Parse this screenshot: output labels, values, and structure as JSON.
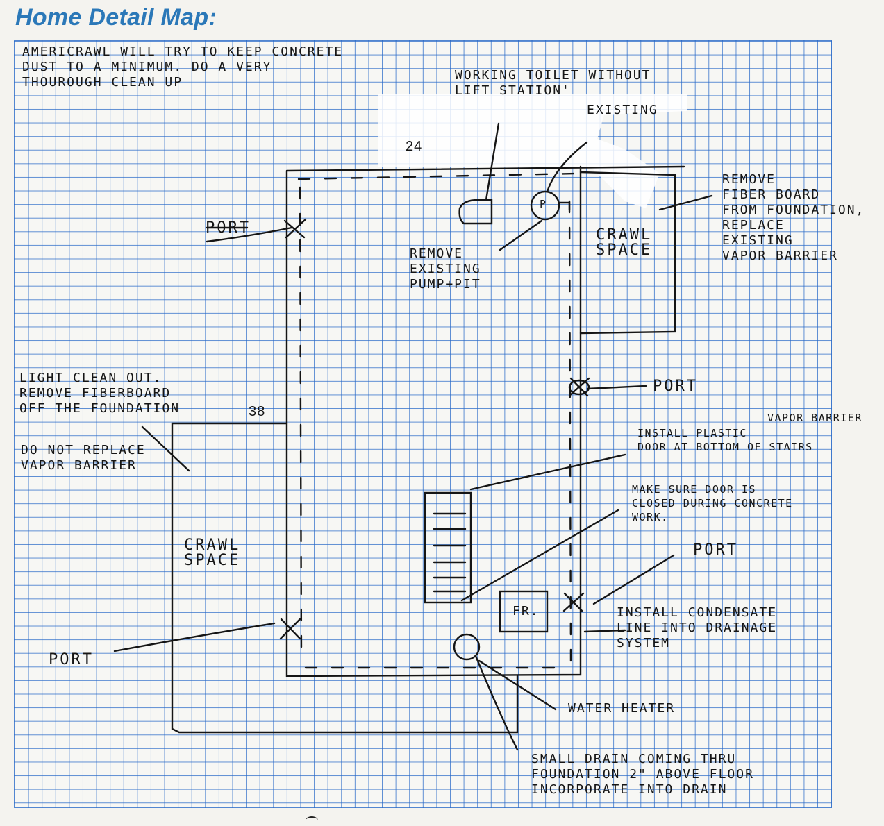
{
  "header": {
    "title": "Home Detail Map:"
  },
  "theme": {
    "title_color": "#2b78b8",
    "grid_color": "#2869c8",
    "ink_color": "#151515"
  },
  "notes": {
    "americrawl": "AMERICRAWL WILL TRY TO KEEP CONCRETE\nDUST TO A MINIMUM. DO A VERY\nTHOUROUGH CLEAN UP",
    "toilet": "WORKING TOILET WITHOUT\nLIFT STATION'",
    "existing": "EXISTING",
    "remove_pump": "REMOVE\nEXISTING\nPUMP+PIT",
    "remove_fiber": "REMOVE\nFIBER BOARD\nFROM FOUNDATION,\nREPLACE\nEXISTING\nVAPOR BARRIER",
    "light_clean": "LIGHT CLEAN OUT.\nREMOVE FIBERBOARD\nOFF THE FOUNDATION",
    "do_not_replace": "DO NOT REPLACE\nVAPOR BARRIER",
    "vapor_barrier_small": "VAPOR BARRIER",
    "install_plastic": "INSTALL PLASTIC\nDOOR AT BOTTOM OF STAIRS",
    "make_sure": "MAKE SURE DOOR IS\nCLOSED DURING CONCRETE\nWORK.",
    "condensate": "INSTALL CONDENSATE\nLINE INTO DRAINAGE\nSYSTEM",
    "water_heater": "WATER HEATER",
    "small_drain": "SMALL DRAIN COMING THRU\nFOUNDATION 2\" ABOVE FLOOR\nINCORPORATE INTO DRAIN"
  },
  "labels": {
    "crawl_space_right": "CRAWL\nSPACE",
    "crawl_space_left": "CRAWL\nSPACE",
    "port_top_left": "PORT",
    "port_right_mid": "PORT",
    "port_right_lower": "PORT",
    "port_bottom_left": "PORT",
    "pump_symbol": "P",
    "furnace": "FR."
  },
  "dimensions": {
    "top": "24",
    "left": "38"
  }
}
